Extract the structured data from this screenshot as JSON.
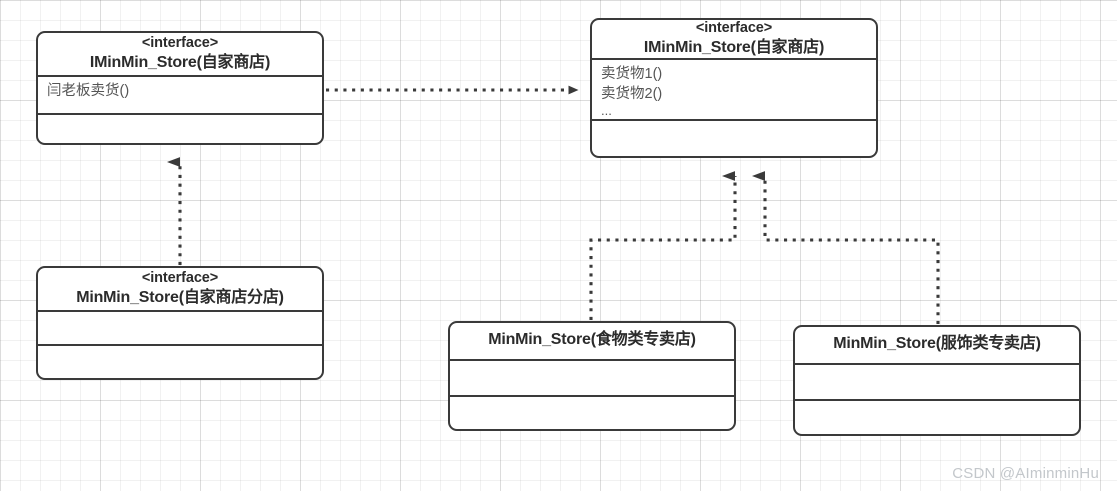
{
  "diagram": {
    "title": "UML interface realization diagram",
    "stereotype_label": "<interface>",
    "line_color": "#3a3a3a",
    "text_color": "#2b2b2b",
    "member_text_color": "#555555",
    "background_color": "#ffffff",
    "grid_color": "#eaeaea"
  },
  "boxes": {
    "iminmin_main": {
      "stereotype": "<interface>",
      "name": "IMinMin_Store(自家商店)",
      "attributes": [
        "闫老板卖货()"
      ],
      "operations": []
    },
    "iminmin_right": {
      "stereotype": "<interface>",
      "name": "IMinMin_Store(自家商店)",
      "attributes": [
        "卖货物1()",
        "卖货物2()",
        "..."
      ],
      "operations": []
    },
    "minmin_branch": {
      "stereotype": "<interface>",
      "name": "MinMin_Store(自家商店分店)",
      "attributes": [],
      "operations": []
    },
    "minmin_food": {
      "stereotype": "",
      "name": "MinMin_Store(食物类专卖店)",
      "attributes": [],
      "operations": []
    },
    "minmin_apparel": {
      "stereotype": "",
      "name": "MinMin_Store(服饰类专卖店)",
      "attributes": [],
      "operations": []
    }
  },
  "edges": [
    {
      "id": "main-to-right",
      "kind": "dependency-dotted-arrow",
      "from": "iminmin_main",
      "to": "iminmin_right",
      "direction": "right"
    },
    {
      "id": "branch-to-main",
      "kind": "realization-dotted-arrow",
      "from": "minmin_branch",
      "to": "iminmin_main",
      "direction": "up"
    },
    {
      "id": "food-to-right",
      "kind": "realization-dotted-arrow",
      "from": "minmin_food",
      "to": "iminmin_right",
      "direction": "up"
    },
    {
      "id": "apparel-to-right",
      "kind": "realization-dotted-arrow",
      "from": "minmin_apparel",
      "to": "iminmin_right",
      "direction": "up"
    }
  ],
  "watermark": {
    "text": "CSDN @AIminminHu"
  }
}
